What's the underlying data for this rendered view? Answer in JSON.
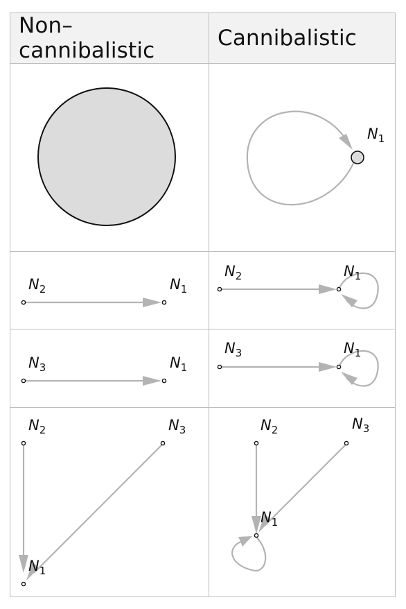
{
  "table": {
    "headers": [
      "Non–cannibalistic",
      "Cannibalistic"
    ]
  },
  "labels": {
    "N1": {
      "main": "N",
      "sub": "1"
    },
    "N2": {
      "main": "N",
      "sub": "2"
    },
    "N3": {
      "main": "N",
      "sub": "3"
    }
  },
  "colors": {
    "edge": "#b3b3b3",
    "node_fill_large": "#dcdcdc",
    "node_stroke": "#111111",
    "grid_line": "#bdbdbd",
    "header_bg": "#f2f2f2"
  }
}
